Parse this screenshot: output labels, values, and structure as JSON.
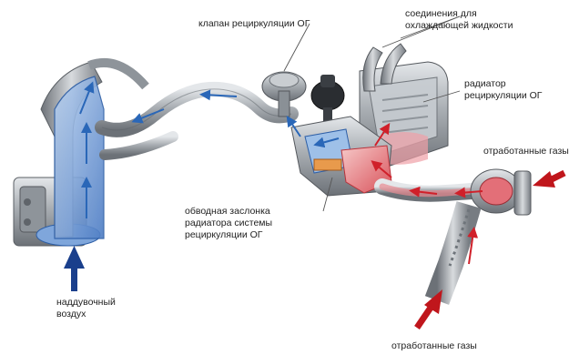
{
  "labels": {
    "coolant_connections": [
      "соединения для",
      "охлаждающей жидкости"
    ],
    "egr_valve": "клапан рециркуляции ОГ",
    "egr_cooler": [
      "радиатор",
      "рециркуляции ОГ"
    ],
    "exhaust_top": "отработанные газы",
    "bypass_flap": [
      "обводная заслонка",
      "радиатора системы",
      "рециркуляции ОГ"
    ],
    "charge_air": [
      "наддувочный",
      "воздух"
    ],
    "exhaust_bottom": "отработанные газы"
  },
  "colors": {
    "intake_arrow": "#1a3f8c",
    "exhaust_arrow": "#c0161c",
    "pipe_metal": "#a9aeb3",
    "leader_line": "#555555"
  },
  "icons": [
    "pipe-diagram",
    "air-arrow-icon",
    "exhaust-arrow-icon"
  ]
}
